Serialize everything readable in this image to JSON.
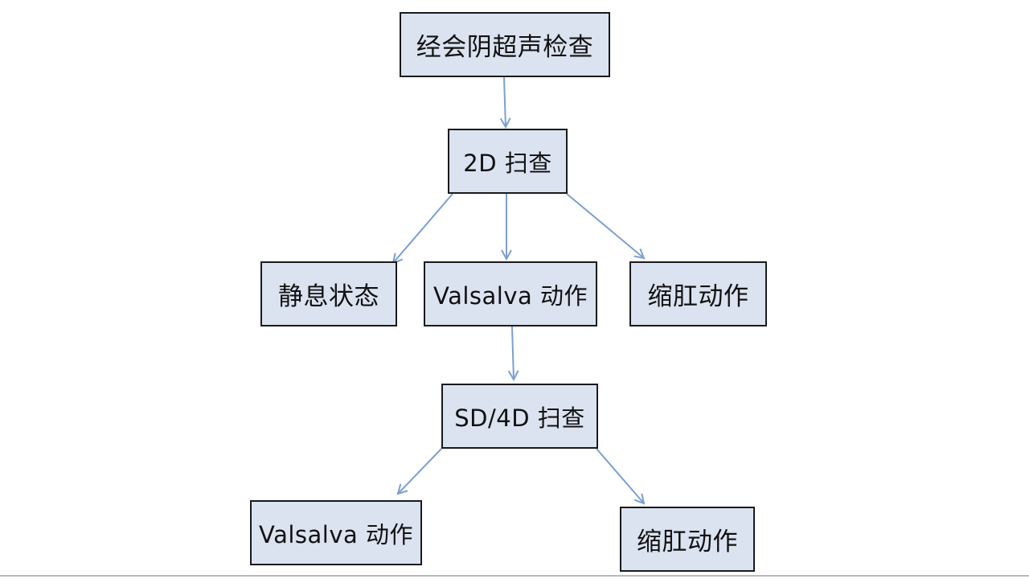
{
  "diagram": {
    "type": "flowchart",
    "nodes": [
      {
        "id": "exam",
        "label": "经会阴超声检查"
      },
      {
        "id": "scan2d",
        "label": "2D 扫查"
      },
      {
        "id": "rest",
        "label": "静息状态"
      },
      {
        "id": "valsalva1",
        "label": "Valsalva 动作"
      },
      {
        "id": "anal1",
        "label": "缩肛动作"
      },
      {
        "id": "scan3d",
        "label": "SD/4D 扫查"
      },
      {
        "id": "valsalva2",
        "label": "Valsalva 动作"
      },
      {
        "id": "anal2",
        "label": "缩肛动作"
      }
    ],
    "edges": [
      {
        "from": "exam",
        "to": "scan2d"
      },
      {
        "from": "scan2d",
        "to": "rest"
      },
      {
        "from": "scan2d",
        "to": "valsalva1"
      },
      {
        "from": "scan2d",
        "to": "anal1"
      },
      {
        "from": "valsalva1",
        "to": "scan3d"
      },
      {
        "from": "scan3d",
        "to": "valsalva2"
      },
      {
        "from": "scan3d",
        "to": "anal2"
      }
    ],
    "colors": {
      "node_fill": "#dbe3f1",
      "node_border": "#1a1a1a",
      "arrow": "#7ba0cf"
    }
  }
}
